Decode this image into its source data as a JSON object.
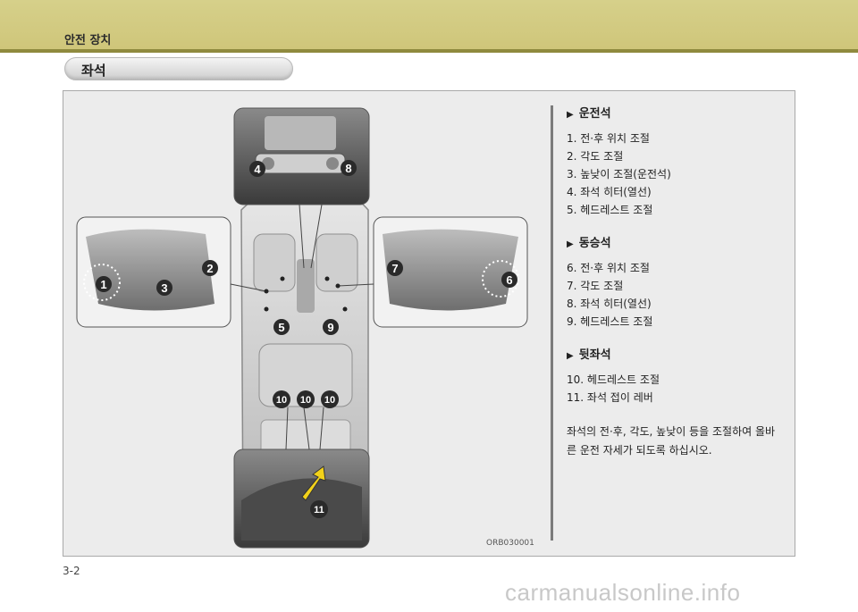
{
  "header": {
    "chapter_title": "안전 장치"
  },
  "section": {
    "title": "좌석"
  },
  "figure": {
    "image_code": "ORB030001",
    "callouts": [
      "1",
      "2",
      "3",
      "4",
      "5",
      "6",
      "7",
      "8",
      "9",
      "10",
      "10",
      "10",
      "11"
    ]
  },
  "groups": [
    {
      "marker": "▶",
      "title": "운전석",
      "items": [
        "1.  전·후 위치 조절",
        "2.  각도 조절",
        "3.  높낮이 조절(운전석)",
        "4.  좌석 히터(열선)",
        "5.  헤드레스트 조절"
      ]
    },
    {
      "marker": "▶",
      "title": "동승석",
      "items": [
        "6.  전·후 위치 조절",
        "7.  각도 조절",
        "8.  좌석 히터(열선)",
        "9.  헤드레스트 조절"
      ]
    },
    {
      "marker": "▶",
      "title": "뒷좌석",
      "items": [
        "10.  헤드레스트 조절",
        "11.  좌석 접이 레버"
      ]
    }
  ],
  "note": {
    "line1": "좌석의 전·후, 각도, 높낮이 등을 조절하여 올바",
    "line2": "른 운전 자세가 되도록 하십시오."
  },
  "footer": {
    "page_number": "3-2",
    "watermark": "carmanualsonline.info"
  },
  "colors": {
    "header_band": "#d1c97e",
    "header_rule": "#8f8a3e",
    "panel_bg": "#ececec",
    "callout": "#2a2a2a"
  }
}
